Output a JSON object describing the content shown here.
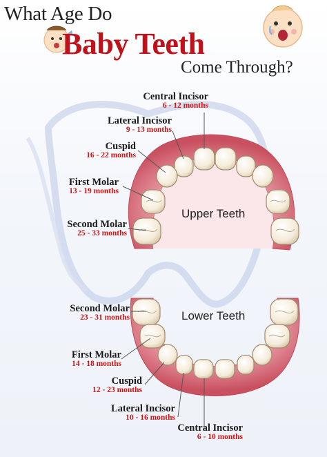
{
  "title": {
    "line1": "What Age Do",
    "line2": "Baby Teeth",
    "line3": "Come Through?"
  },
  "upper": {
    "jaw_label": "Upper Teeth",
    "teeth": [
      {
        "name": "Central Incisor",
        "months": "6 - 12 months"
      },
      {
        "name": "Lateral Incisor",
        "months": "9 - 13 months"
      },
      {
        "name": "Cuspid",
        "months": "16 - 22 months"
      },
      {
        "name": "First Molar",
        "months": "13 - 19 months"
      },
      {
        "name": "Second Molar",
        "months": "25 - 33 months"
      }
    ]
  },
  "lower": {
    "jaw_label": "Lower Teeth",
    "teeth": [
      {
        "name": "Second Molar",
        "months": "23 - 31 months"
      },
      {
        "name": "First Molar",
        "months": "14 - 18 months"
      },
      {
        "name": "Cuspid",
        "months": "12 - 23 months"
      },
      {
        "name": "Lateral Incisor",
        "months": "10 - 16 months"
      },
      {
        "name": "Central Incisor",
        "months": "6 - 10 months"
      }
    ]
  },
  "colors": {
    "title_accent": "#c0121a",
    "months_text": "#cc1515",
    "gum": "#d9737f",
    "tooth": "#f6efe2",
    "tooth_outline": "#a08a70"
  },
  "icons": [
    "baby-crying-icon",
    "baby-teething-icon",
    "tooth-outline-icon"
  ]
}
